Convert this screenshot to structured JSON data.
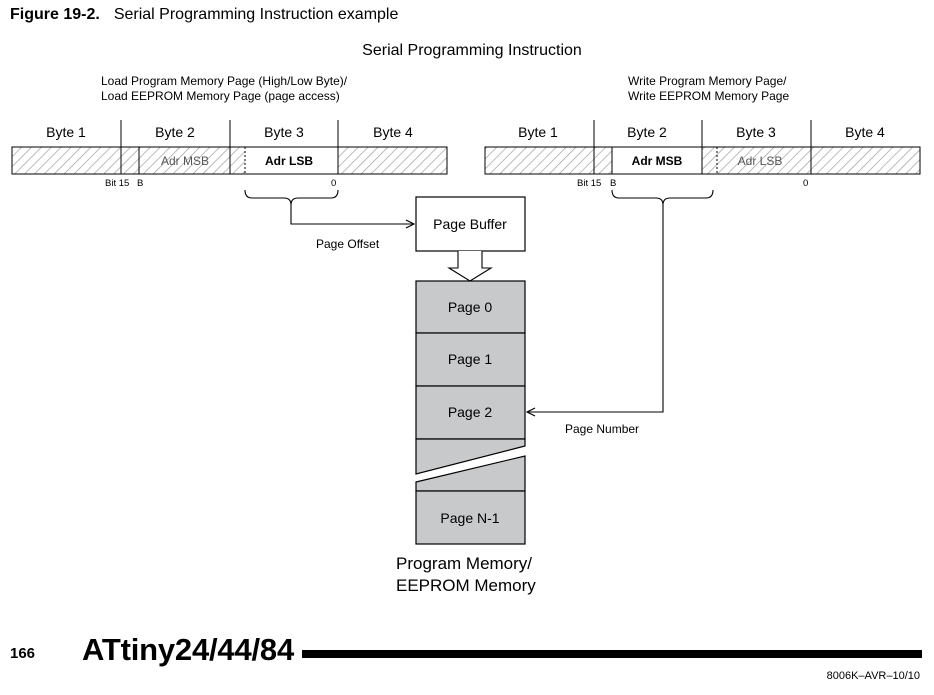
{
  "figure": {
    "label": "Figure 19-2.",
    "caption": "Serial Programming Instruction example"
  },
  "diagram": {
    "title": "Serial Programming Instruction",
    "left_instruction": {
      "description_line1": "Load Program Memory Page (High/Low Byte)/",
      "description_line2": "Load EEPROM Memory Page (page access)",
      "bytes": [
        "Byte 1",
        "Byte 2",
        "Byte 3",
        "Byte 4"
      ],
      "field_adr_msb": "Adr MSB",
      "field_adr_lsb": "Adr LSB",
      "bit_15": "Bit 15",
      "bit_b": "B",
      "bit_0": "0",
      "offset_label": "Page Offset"
    },
    "right_instruction": {
      "description_line1": "Write Program Memory Page/",
      "description_line2": "Write EEPROM Memory Page",
      "bytes": [
        "Byte 1",
        "Byte 2",
        "Byte 3",
        "Byte 4"
      ],
      "field_adr_msb": "Adr MSB",
      "field_adr_lsb": "Adr LSB",
      "bit_15": "Bit 15",
      "bit_b": "B",
      "bit_0": "0",
      "number_label": "Page Number"
    },
    "page_buffer": "Page Buffer",
    "pages": [
      "Page 0",
      "Page 1",
      "Page 2",
      "Page N-1"
    ],
    "memory_label_line1": "Program Memory/",
    "memory_label_line2": "EEPROM Memory",
    "colors": {
      "page_fill": "#c8c9cb",
      "hatch": "#999999",
      "line": "#000000"
    }
  },
  "footer": {
    "page_number": "166",
    "doc_title": "ATtiny24/44/84",
    "doc_code": "8006K–AVR–10/10"
  }
}
